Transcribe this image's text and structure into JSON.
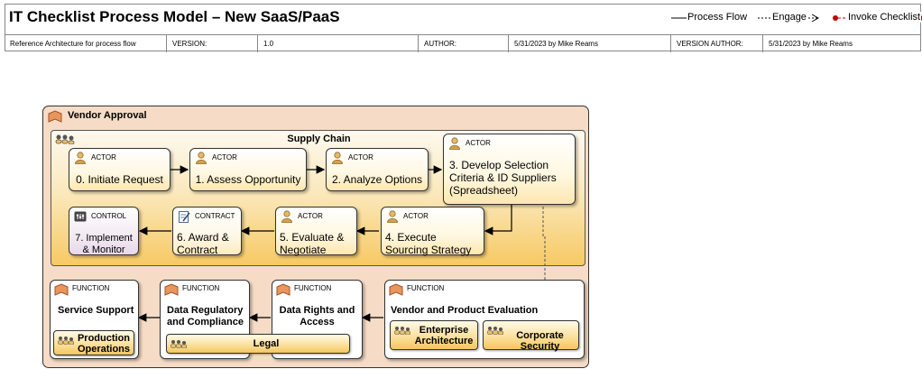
{
  "header": {
    "title": "IT Checklist Process Model – New SaaS/PaaS",
    "legend": {
      "process_flow": "Process Flow",
      "engage": "Engage",
      "invoke_checklist": "Invoke Checklist"
    },
    "meta": {
      "reference": "Reference Architecture for process flow",
      "version_label": "VERSION:",
      "version_value": "1.0",
      "author_label": "AUTHOR:",
      "author_value": "5/31/2023 by Mike Reams",
      "version_author_label": "VERSION AUTHOR:",
      "version_author_value": "5/31/2023 by Mike Reams"
    }
  },
  "diagram": {
    "vendor_title": "Vendor Approval",
    "supply_title": "Supply Chain",
    "steps": [
      {
        "type": "ACTOR",
        "label": "0. Initiate Request"
      },
      {
        "type": "ACTOR",
        "label": "1. Assess Opportunity"
      },
      {
        "type": "ACTOR",
        "label": "2. Analyze Options"
      },
      {
        "type": "ACTOR",
        "label": "3. Develop Selection Criteria & ID Suppliers (Spreadsheet)"
      },
      {
        "type": "ACTOR",
        "label": "4. Execute Sourcing Strategy"
      },
      {
        "type": "ACTOR",
        "label": "5. Evaluate & Negotiate"
      },
      {
        "type": "CONTRACT",
        "label": "6. Award & Contract"
      },
      {
        "type": "CONTROL",
        "label": "7. Implement & Monitor"
      }
    ],
    "functions": [
      {
        "type": "FUNCTION",
        "name": "Service Support",
        "pills": [
          "Production Operations"
        ]
      },
      {
        "type": "FUNCTION",
        "name": "Data Regulatory and Compliance",
        "pills": []
      },
      {
        "type": "FUNCTION",
        "name": "Data Rights and Access",
        "pills": []
      },
      {
        "type": "FUNCTION",
        "name": "Vendor and Product Evaluation",
        "pills": [
          "Enterprise Architecture",
          "Corporate Security"
        ]
      }
    ],
    "legal": "Legal"
  }
}
